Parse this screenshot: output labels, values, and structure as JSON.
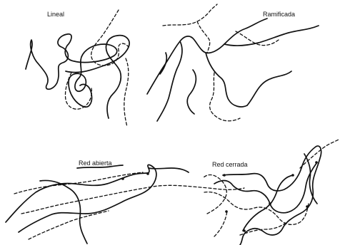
{
  "panels": {
    "linear": {
      "label": "Lineal"
    },
    "branched": {
      "label": "Ramificada"
    },
    "open_network": {
      "label": "Red abierta"
    },
    "closed_network": {
      "label": "Red cerrada"
    }
  }
}
